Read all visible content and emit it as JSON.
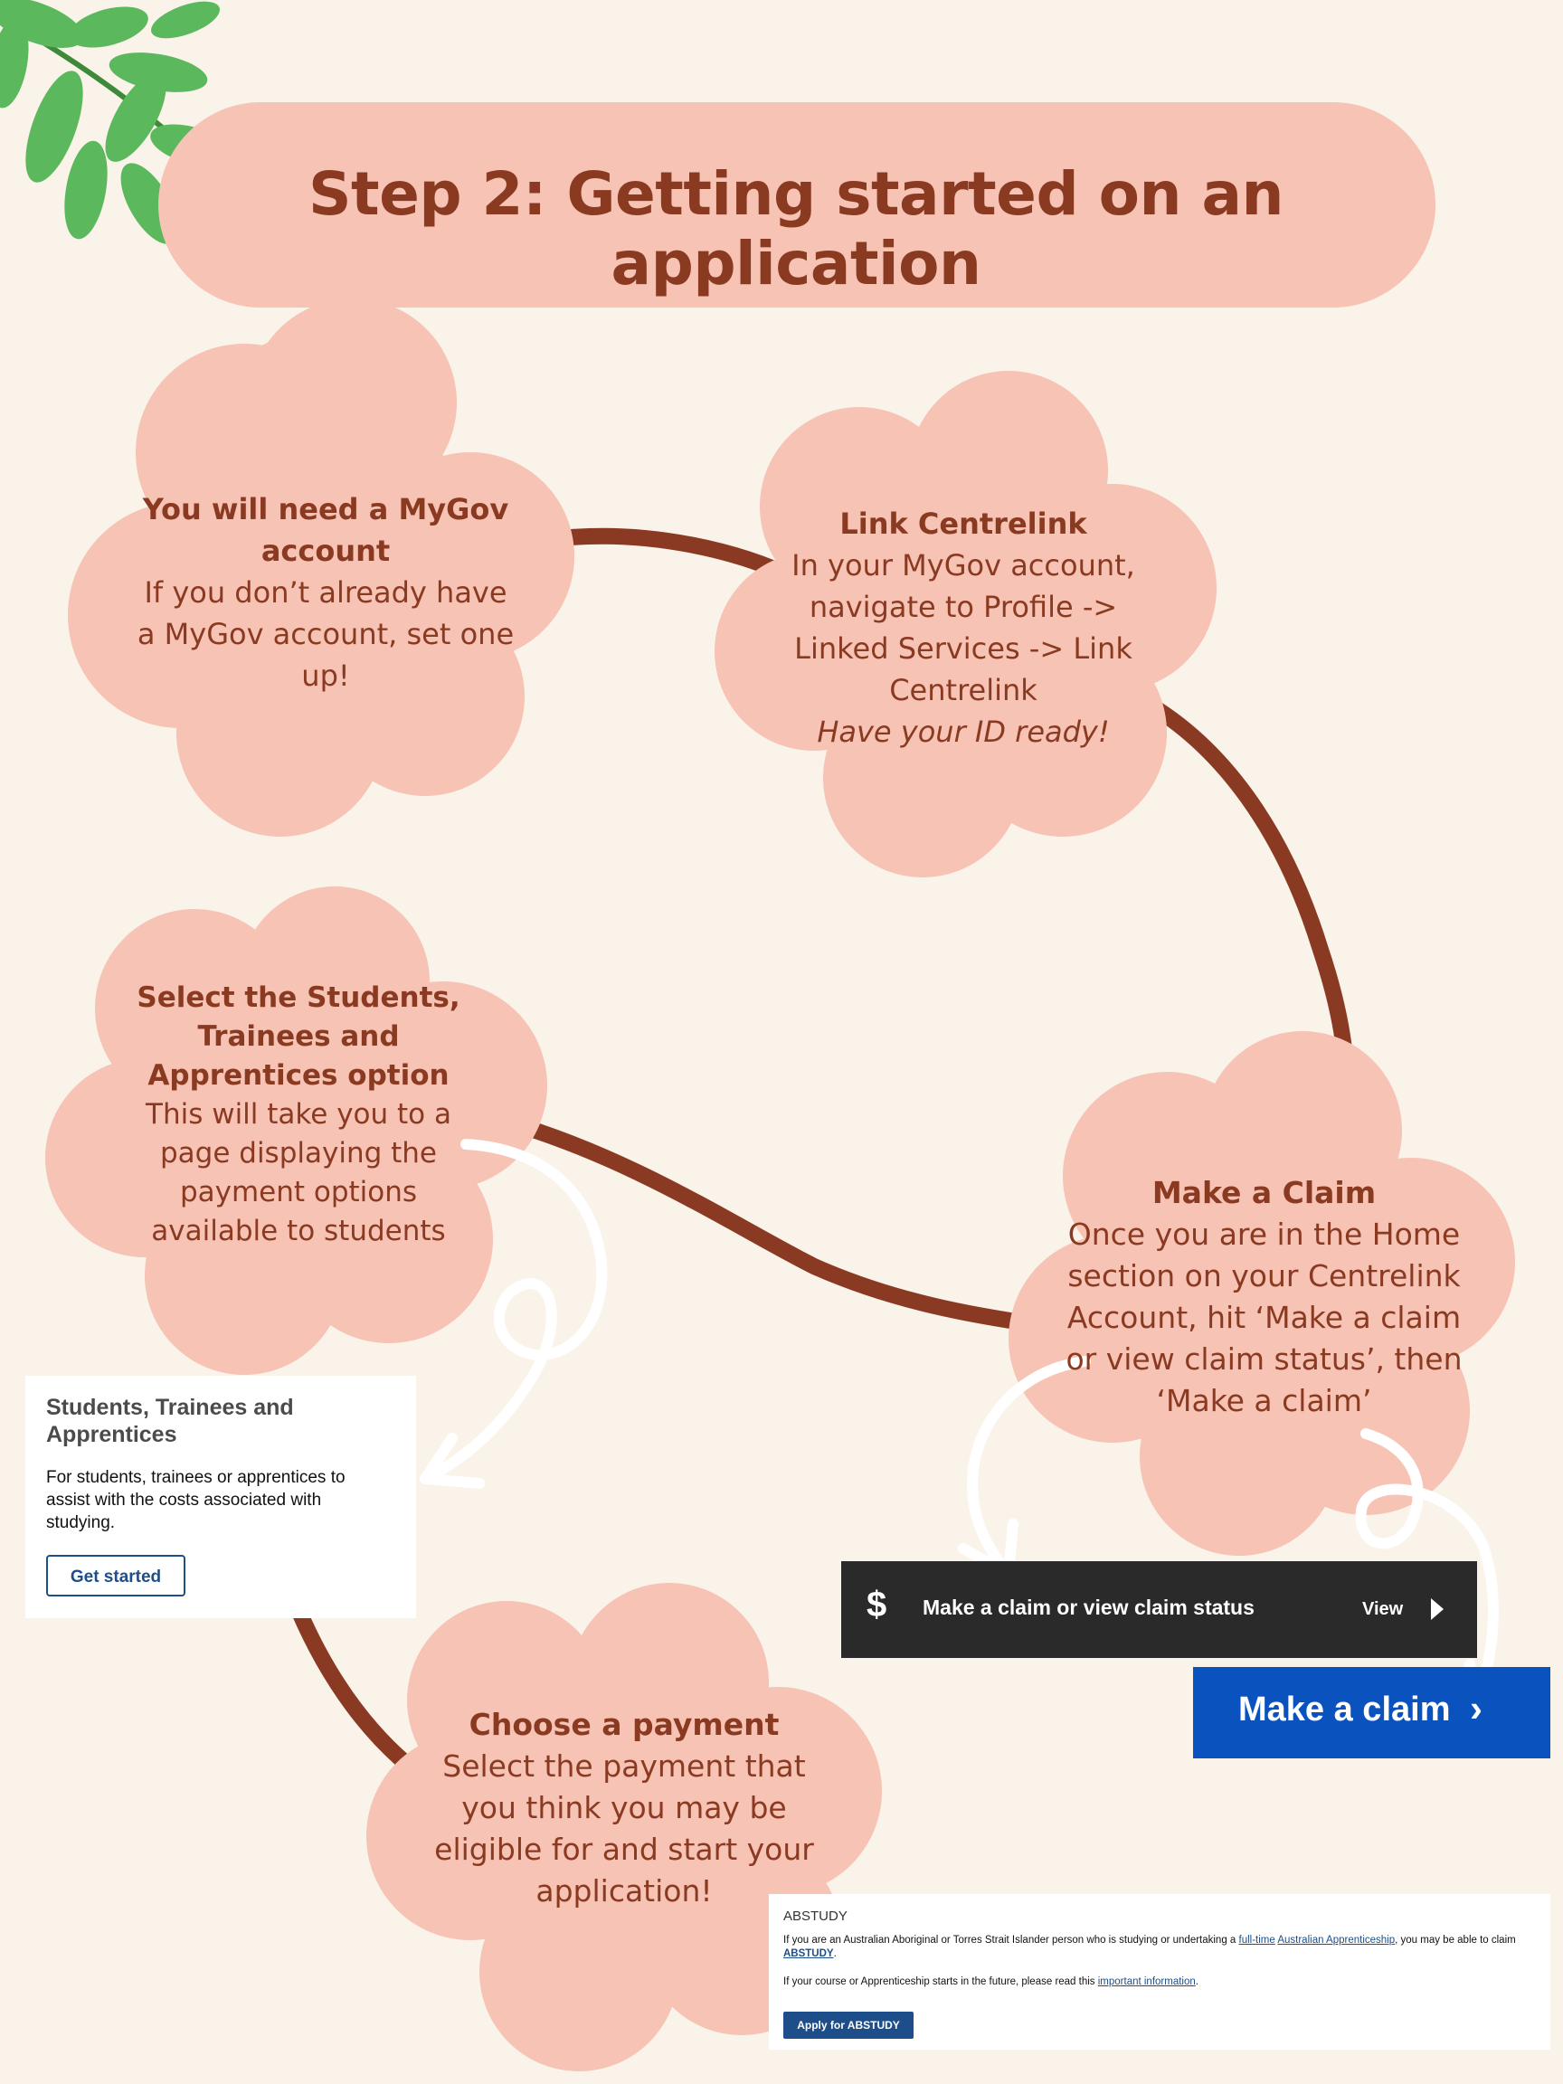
{
  "title": "Step 2: Getting started on an application",
  "steps": {
    "mygov": {
      "heading": "You will need a MyGov account",
      "body": "If you don’t already have a MyGov account, set one up!"
    },
    "centrelink": {
      "heading": "Link Centrelink",
      "body": "In your MyGov account, navigate to Profile -> Linked Services -> Link Centrelink",
      "note": "Have your ID ready!"
    },
    "students": {
      "heading": "Select the Students, Trainees and Apprentices option",
      "body": "This will take you to a page displaying the payment options available to students"
    },
    "claim": {
      "heading": "Make a Claim",
      "body": "Once you are in the Home section on your Centrelink Account, hit ‘Make a claim or view claim status’, then ‘Make a claim’"
    },
    "payment": {
      "heading": "Choose a payment",
      "body": "Select the payment that you think you may be eligible for and start your application!"
    }
  },
  "students_card": {
    "title": "Students, Trainees and Apprentices",
    "description": "For students, trainees or apprentices to assist with the costs associated with studying.",
    "button": "Get started"
  },
  "claim_bar": {
    "icon": "dollar-icon",
    "icon_glyph": "$",
    "label": "Make a claim or view claim status",
    "action": "View"
  },
  "make_claim_button": {
    "label": "Make a claim",
    "chevron": "›"
  },
  "abstudy_card": {
    "title": "ABSTUDY",
    "p1_pre": "If you are an Australian Aboriginal or Torres Strait Islander person who is studying or undertaking a ",
    "link_fulltime": "full-time",
    "link_apprenticeship": "Australian Apprenticeship",
    "p1_mid": ", you may be able to claim ",
    "link_abstudy": "ABSTUDY",
    "p1_end": ".",
    "p2_pre": "If your course or Apprenticeship starts in the future, please read this ",
    "link_info": "important information",
    "p2_end": ".",
    "button": "Apply for ABSTUDY"
  },
  "colors": {
    "background": "#faf3ea",
    "petal": "#f6c3b5",
    "text_brown": "#8b3a22",
    "path_brown": "#8a3a22",
    "leaf_green": "#5cb85c",
    "claim_bar": "#2a2a2a",
    "make_claim_blue": "#0a53bf",
    "link_blue": "#1d4e89"
  }
}
